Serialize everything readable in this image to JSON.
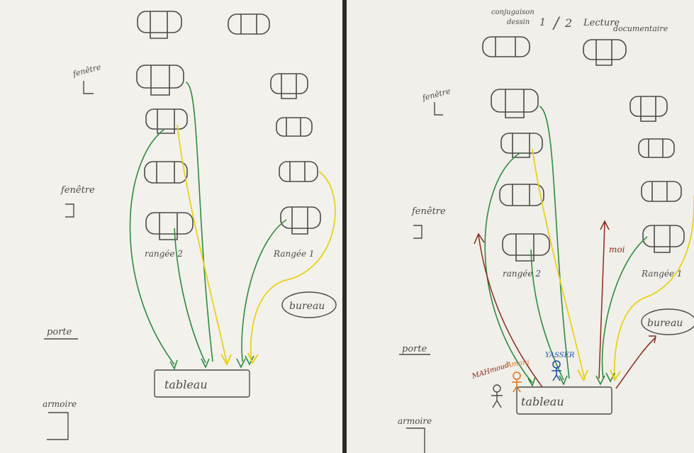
{
  "left_sheet": {
    "labels": {
      "fenetre_top": "fenêtre",
      "fenetre_mid": "fenêtre",
      "rangee_2": "rangée 2",
      "rangee_1": "Rangée 1",
      "bureau": "bureau",
      "porte": "porte",
      "armoire": "armoire",
      "tableau": "tableau"
    }
  },
  "right_sheet": {
    "header": {
      "line1": "conjugaison",
      "line2": "dessin",
      "fraction_1": "1",
      "fraction_2": "2",
      "lecture": "Lecture",
      "documentaire": "documentaire"
    },
    "labels": {
      "fenetre_top": "fenêtre",
      "fenetre_mid": "fenêtre",
      "rangee_2": "rangée 2",
      "rangee_1": "Rangée 1",
      "bureau": "bureau",
      "porte": "porte",
      "armoire": "armoire",
      "tableau": "tableau",
      "moi": "moi"
    },
    "people": {
      "mahmoud": "MAHmoud",
      "amani": "Amani",
      "yasser": "YASSER"
    }
  },
  "colors": {
    "paper": "#f3f1ec",
    "pencil": "#4a4a4a",
    "green": "#2e8b3e",
    "yellow": "#e8d21a",
    "red": "#8b2a1c",
    "orange": "#e0771e",
    "blue": "#1f4fa8"
  }
}
